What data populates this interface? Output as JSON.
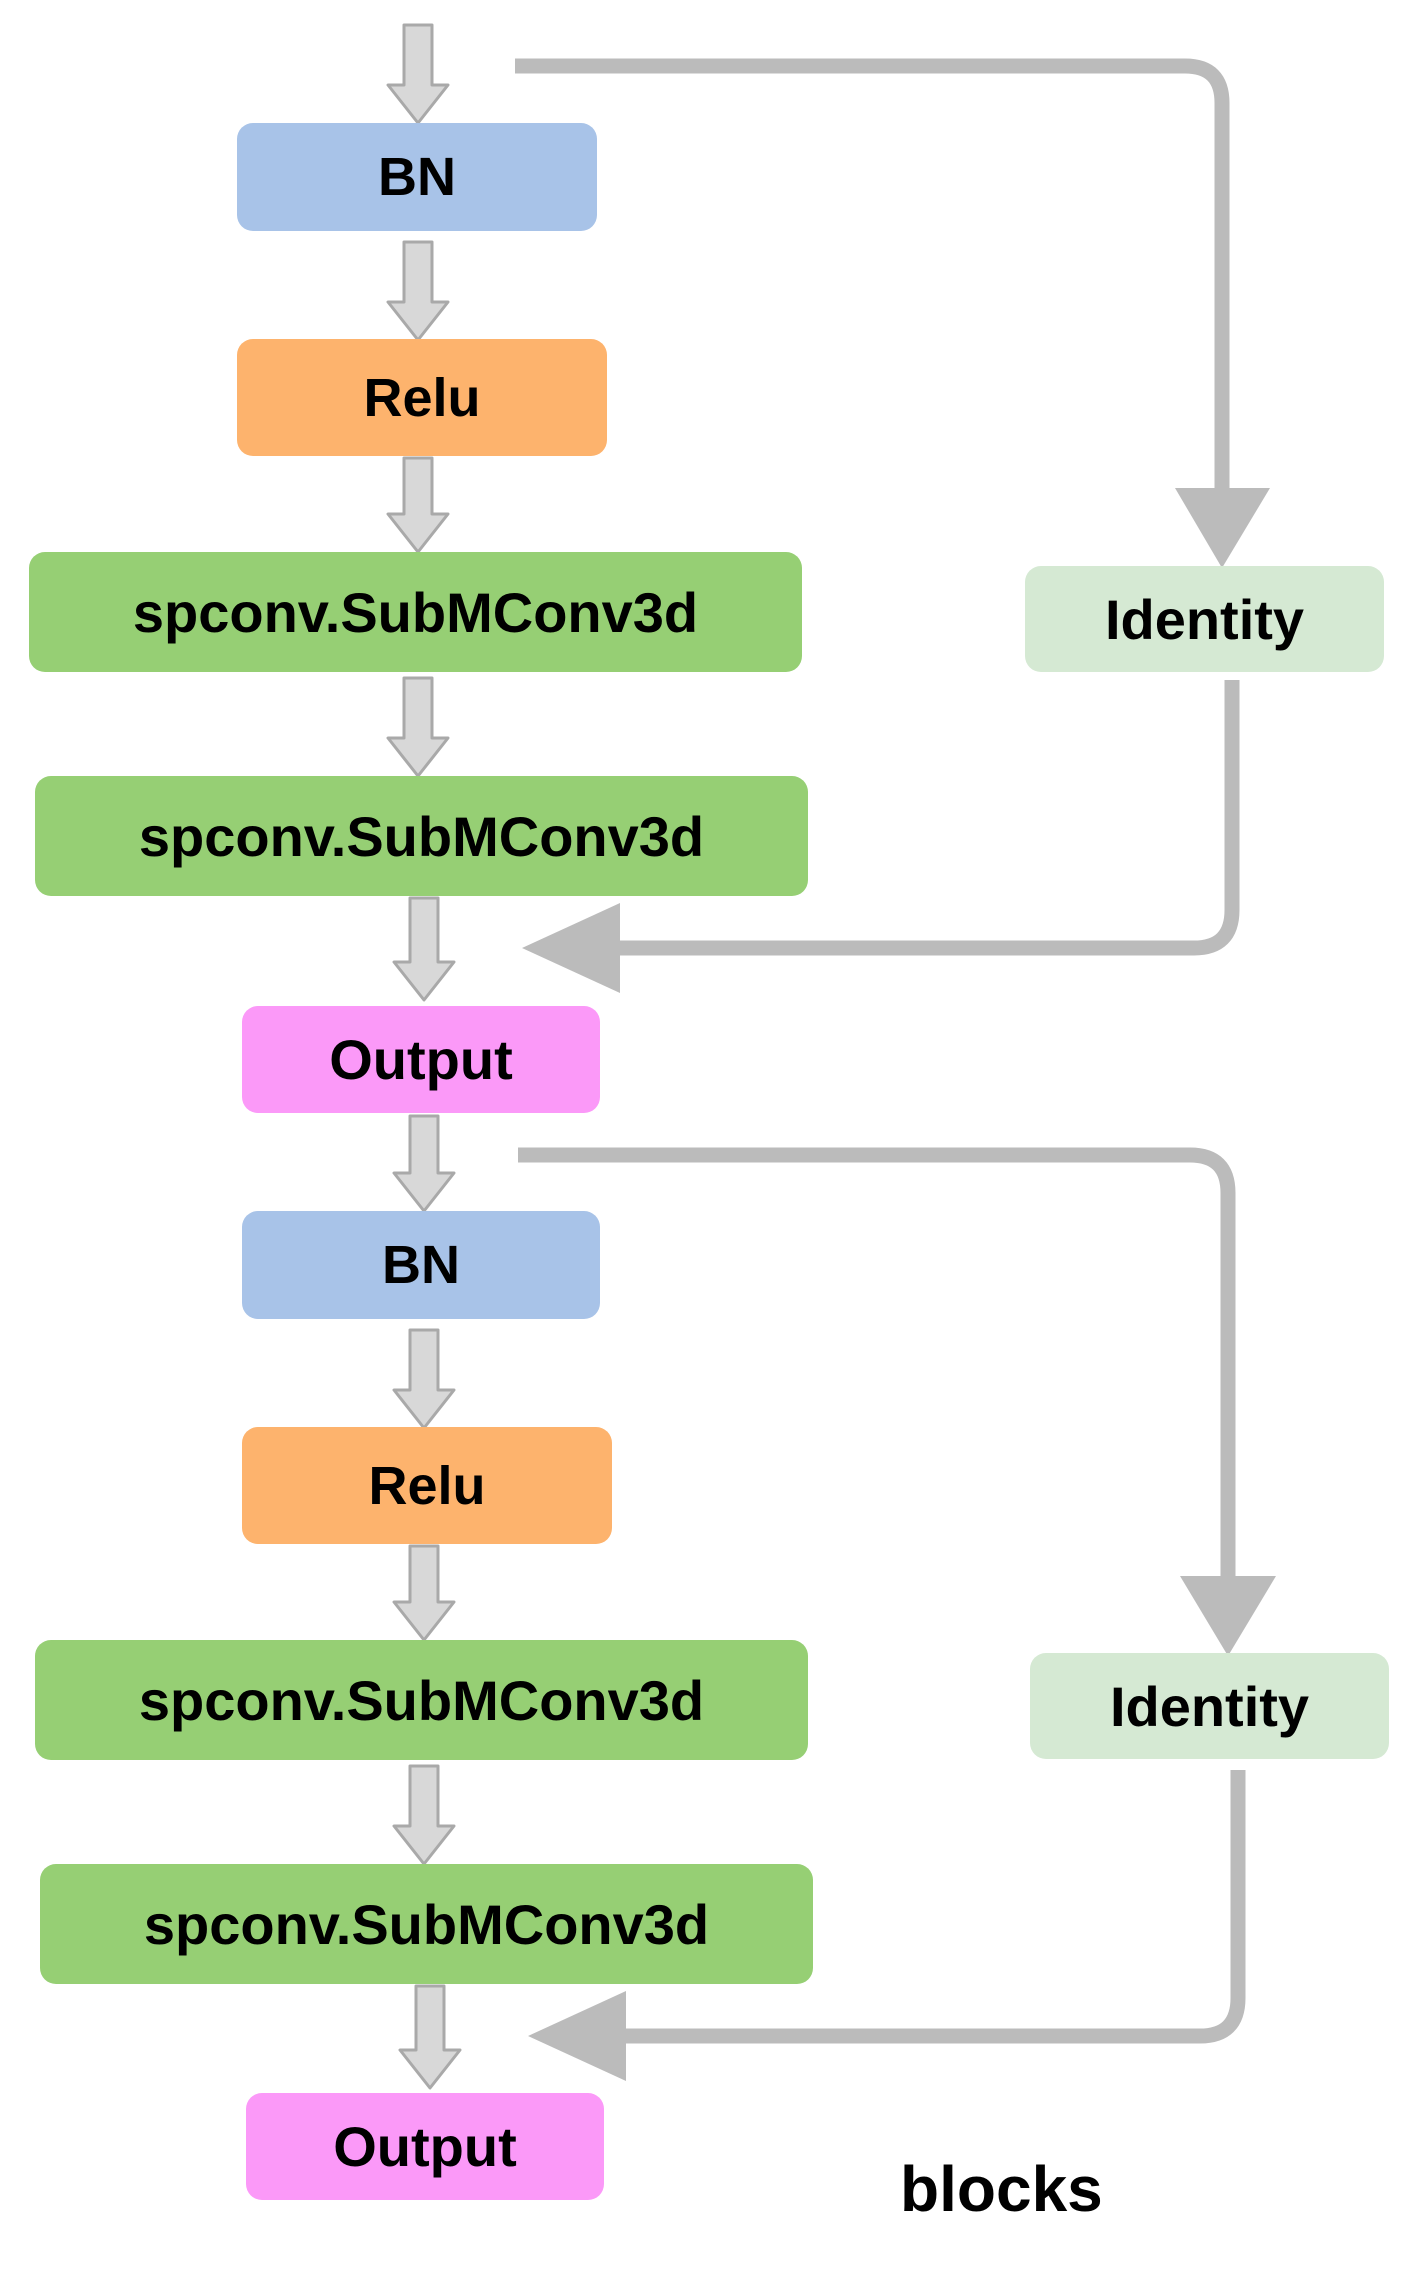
{
  "colors": {
    "bn": "#a8c3e8",
    "relu": "#fdb36d",
    "conv": "#96cf74",
    "identity": "#d5e9d3",
    "output": "#fb99f8",
    "arrow": "#bbbbbb"
  },
  "blocks": [
    {
      "bn": "BN",
      "relu": "Relu",
      "conv1": "spconv.SubMConv3d",
      "conv2": "spconv.SubMConv3d",
      "identity": "Identity",
      "output": "Output"
    },
    {
      "bn": "BN",
      "relu": "Relu",
      "conv1": "spconv.SubMConv3d",
      "conv2": "spconv.SubMConv3d",
      "identity": "Identity",
      "output": "Output"
    }
  ],
  "caption": "blocks"
}
